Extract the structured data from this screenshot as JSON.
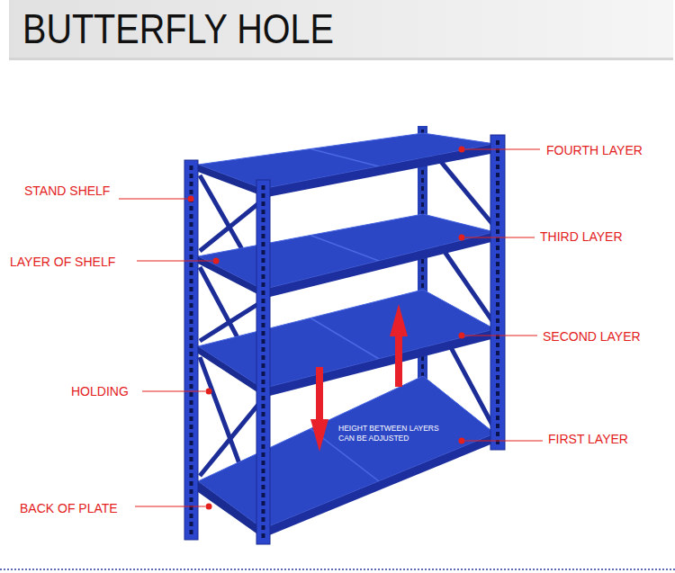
{
  "diagram": {
    "title": "BUTTERFLY HOLE",
    "labels": [
      "STAND SHELF",
      "FOURTH LAYER",
      "THIRD LAYER",
      "LAYER OF SHELF",
      "SECOND LAYER",
      "HOLDING",
      "HEIGHT BETWEEN LAYERS CAN BE ADJUSTED",
      "FIRST LAYER",
      "BACK OF PLATE"
    ]
  }
}
